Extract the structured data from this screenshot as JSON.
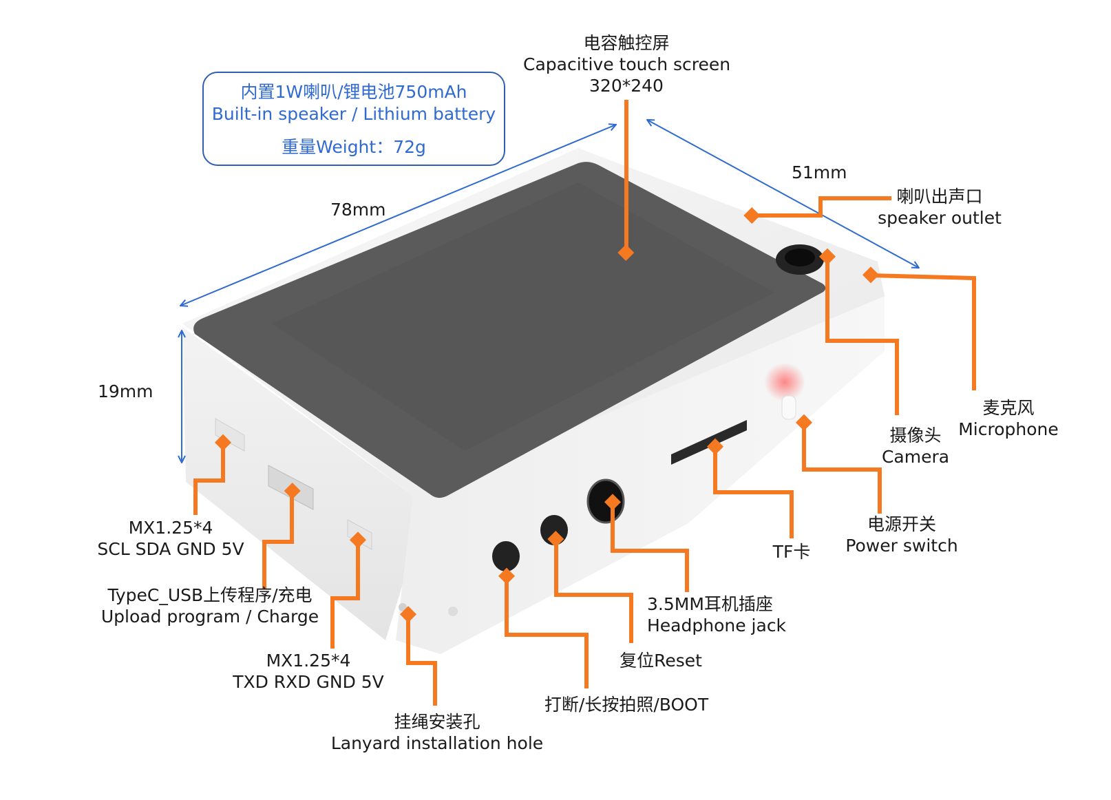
{
  "info_box": {
    "line_cn": "内置1W喇叭/锂电池750mAh",
    "line_en": "Built-in speaker / Lithium battery",
    "weight": "重量Weight：72g"
  },
  "dimensions": {
    "length": "78mm",
    "width": "51mm",
    "height": "19mm"
  },
  "callouts": {
    "touch_screen": {
      "cn": "电容触控屏",
      "en": "Capacitive touch screen",
      "spec": "320*240"
    },
    "speaker_outlet": {
      "cn": "喇叭出声口",
      "en": "speaker outlet"
    },
    "microphone": {
      "cn": "麦克风",
      "en": "Microphone"
    },
    "camera": {
      "cn": "摄像头",
      "en": "Camera"
    },
    "power_switch": {
      "cn": "电源开关",
      "en": "Power switch"
    },
    "tf_card": {
      "label": "TF卡"
    },
    "headphone_jack": {
      "cn": "3.5MM耳机插座",
      "en": "Headphone jack"
    },
    "reset": {
      "label": "复位Reset"
    },
    "boot": {
      "label": "打断/长按拍照/BOOT"
    },
    "lanyard": {
      "cn": "挂绳安装孔",
      "en": "Lanyard installation hole"
    },
    "mx_uart": {
      "line1": "MX1.25*4",
      "line2": "TXD RXD GND 5V"
    },
    "typec": {
      "cn": "TypeC_USB上传程序/充电",
      "en": "Upload program / Charge"
    },
    "mx_i2c": {
      "line1": "MX1.25*4",
      "line2": "SCL SDA GND 5V"
    }
  },
  "colors": {
    "callout": "#f47920",
    "dimension": "#2f6ad0",
    "screen": "#5a5a5a",
    "body": "#f6f6f6"
  }
}
